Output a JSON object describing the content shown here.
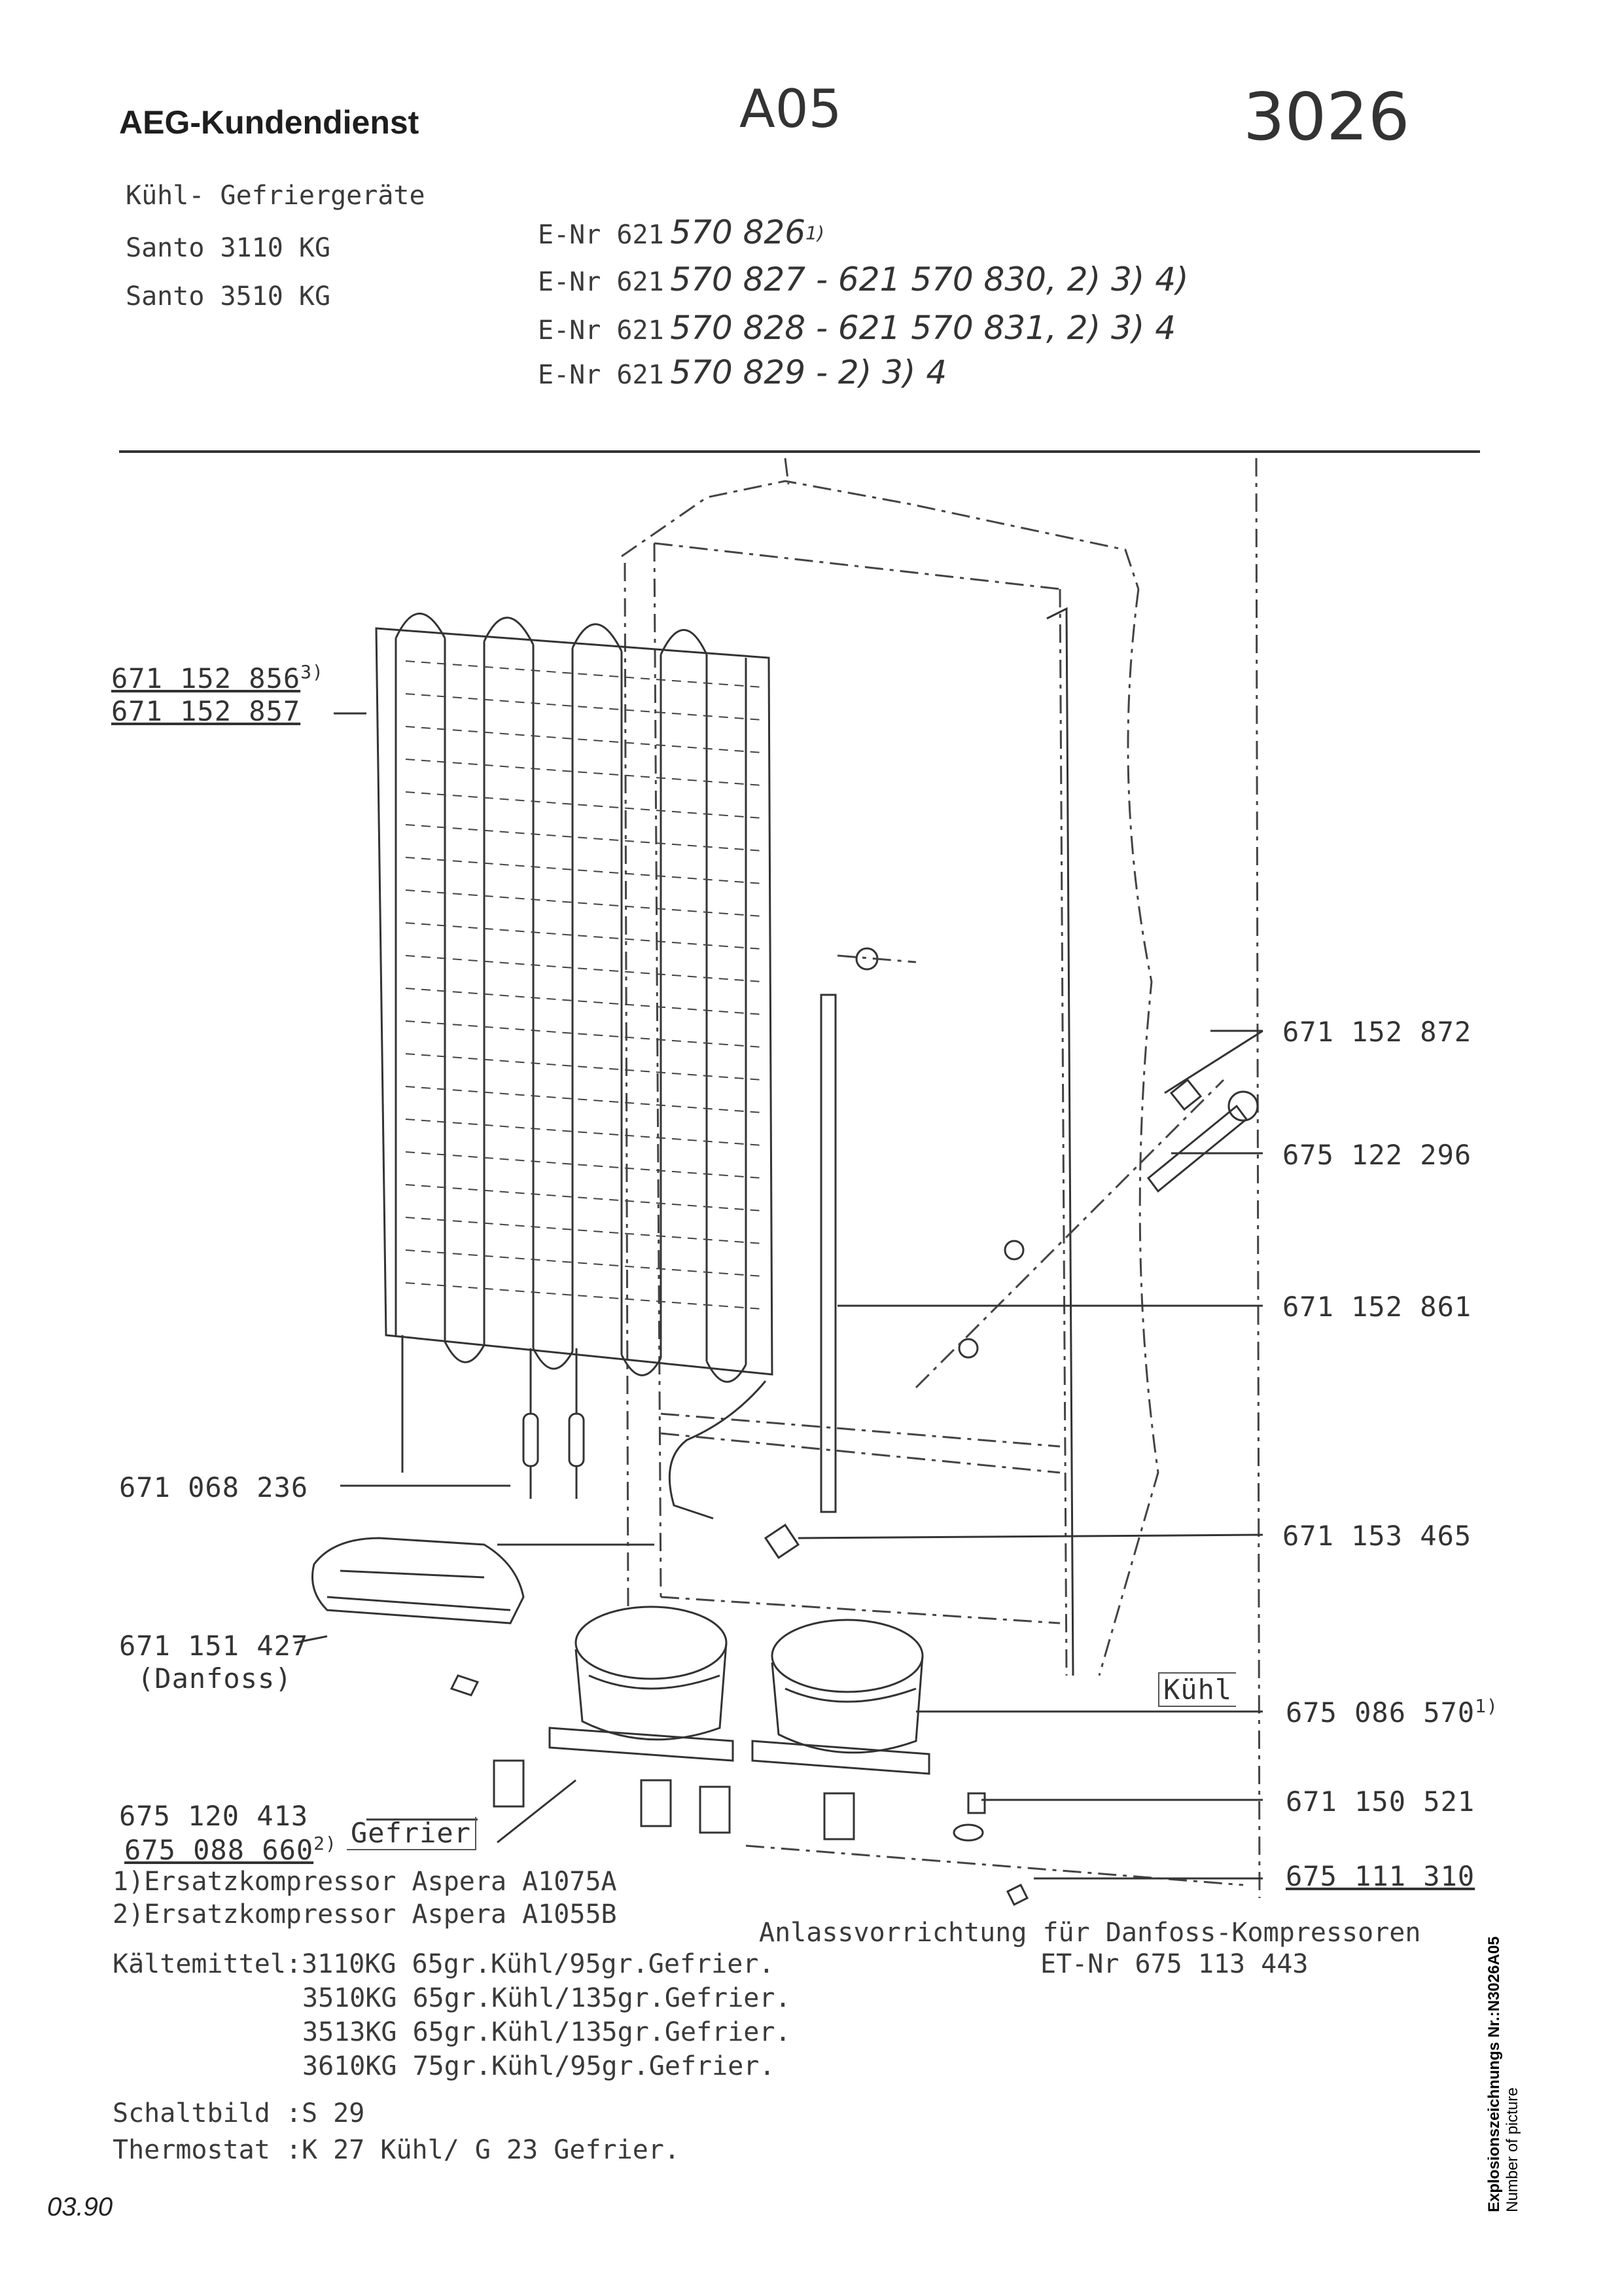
{
  "header": {
    "brand": "AEG-Kundendienst",
    "code": "A05",
    "number": "3026"
  },
  "device": {
    "category": "Kühl- Gefriergeräte",
    "models": [
      "Santo 3110 KG",
      "Santo 3510 KG"
    ],
    "enr": [
      {
        "prefix": "E-Nr 621",
        "hand": "570 826",
        "sup": "1)",
        "rest": ""
      },
      {
        "prefix": "E-Nr 621",
        "hand": "570 827 - 621 570 830, 2) 3) 4)",
        "sup": "",
        "rest": ""
      },
      {
        "prefix": "E-Nr 621",
        "hand": "570 828 - 621 570 831, 2) 3) 4",
        "sup": "",
        "rest": ""
      },
      {
        "prefix": "E-Nr 621",
        "hand": "570 829 - 2) 3) 4",
        "sup": "",
        "rest": ""
      }
    ]
  },
  "parts": {
    "condenser_a": "671 152 856",
    "condenser_a_sup": "3)",
    "condenser_b": "671 152 857",
    "p_872": "671 152 872",
    "p_296": "675 122 296",
    "p_861": "671 152 861",
    "filter": "671 068 236",
    "p_465": "671 153 465",
    "tray": "671 151 427",
    "tray_note": "(Danfoss)",
    "compressor_kuehl": "675 086 570",
    "compressor_kuehl_sup": "1)",
    "kuehl_label": "Kühl",
    "p_521": "671 150 521",
    "p_413": "675 120 413",
    "p_660": "675 088 660",
    "p_660_sup": "2)",
    "gefrier_label": "Gefrier",
    "p_310": "675 111 310"
  },
  "notes": {
    "n1": "1)Ersatzkompressor Aspera A1075A",
    "n2": "2)Ersatzkompressor Aspera A1055B",
    "starter": "Anlassvorrichtung für Danfoss-Kompressoren",
    "starter_et": "ET-Nr 675 113 443",
    "refrigerant": [
      "Kältemittel:3110KG 65gr.Kühl/95gr.Gefrier.",
      "3510KG 65gr.Kühl/135gr.Gefrier.",
      "3513KG 65gr.Kühl/135gr.Gefrier.",
      "3610KG 75gr.Kühl/95gr.Gefrier."
    ],
    "schaltbild": "Schaltbild :S 29",
    "thermostat": "Thermostat :K 27 Kühl/ G 23 Gefrier."
  },
  "footer": {
    "date": "03.90",
    "side_title": "Explosionszeichnungs Nr.:N3026A05",
    "side_sub": "Number of picture"
  }
}
